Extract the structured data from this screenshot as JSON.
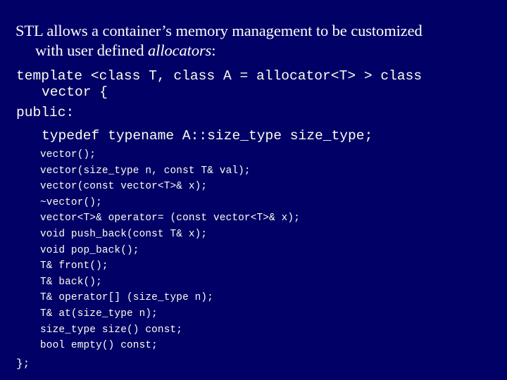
{
  "slide": {
    "background_color": "#000066",
    "title_color": "#FFFFFF",
    "code_color": "#FFFFF0"
  },
  "title": {
    "line1": "STL allows a container’s memory management to be customized",
    "line2_prefix": "with user defined ",
    "line2_italic": "allocators",
    "line2_suffix": ":"
  },
  "code": {
    "line_template": "template <class T, class A = allocator<T> > class",
    "line_vector": "vector {",
    "line_public": "public:",
    "line_typedef": "typedef typename A::size_type size_type;",
    "line_close": "};"
  },
  "methods": [
    "vector();",
    "vector(size_type n, const T& val);",
    "vector(const vector<T>& x);",
    "~vector();",
    "vector<T>& operator= (const vector<T>& x);",
    "void push_back(const T& x);",
    "void pop_back();",
    "T& front();",
    "T& back();",
    "T& operator[] (size_type n);",
    "T& at(size_type n);",
    "size_type size() const;",
    "bool empty() const;"
  ]
}
